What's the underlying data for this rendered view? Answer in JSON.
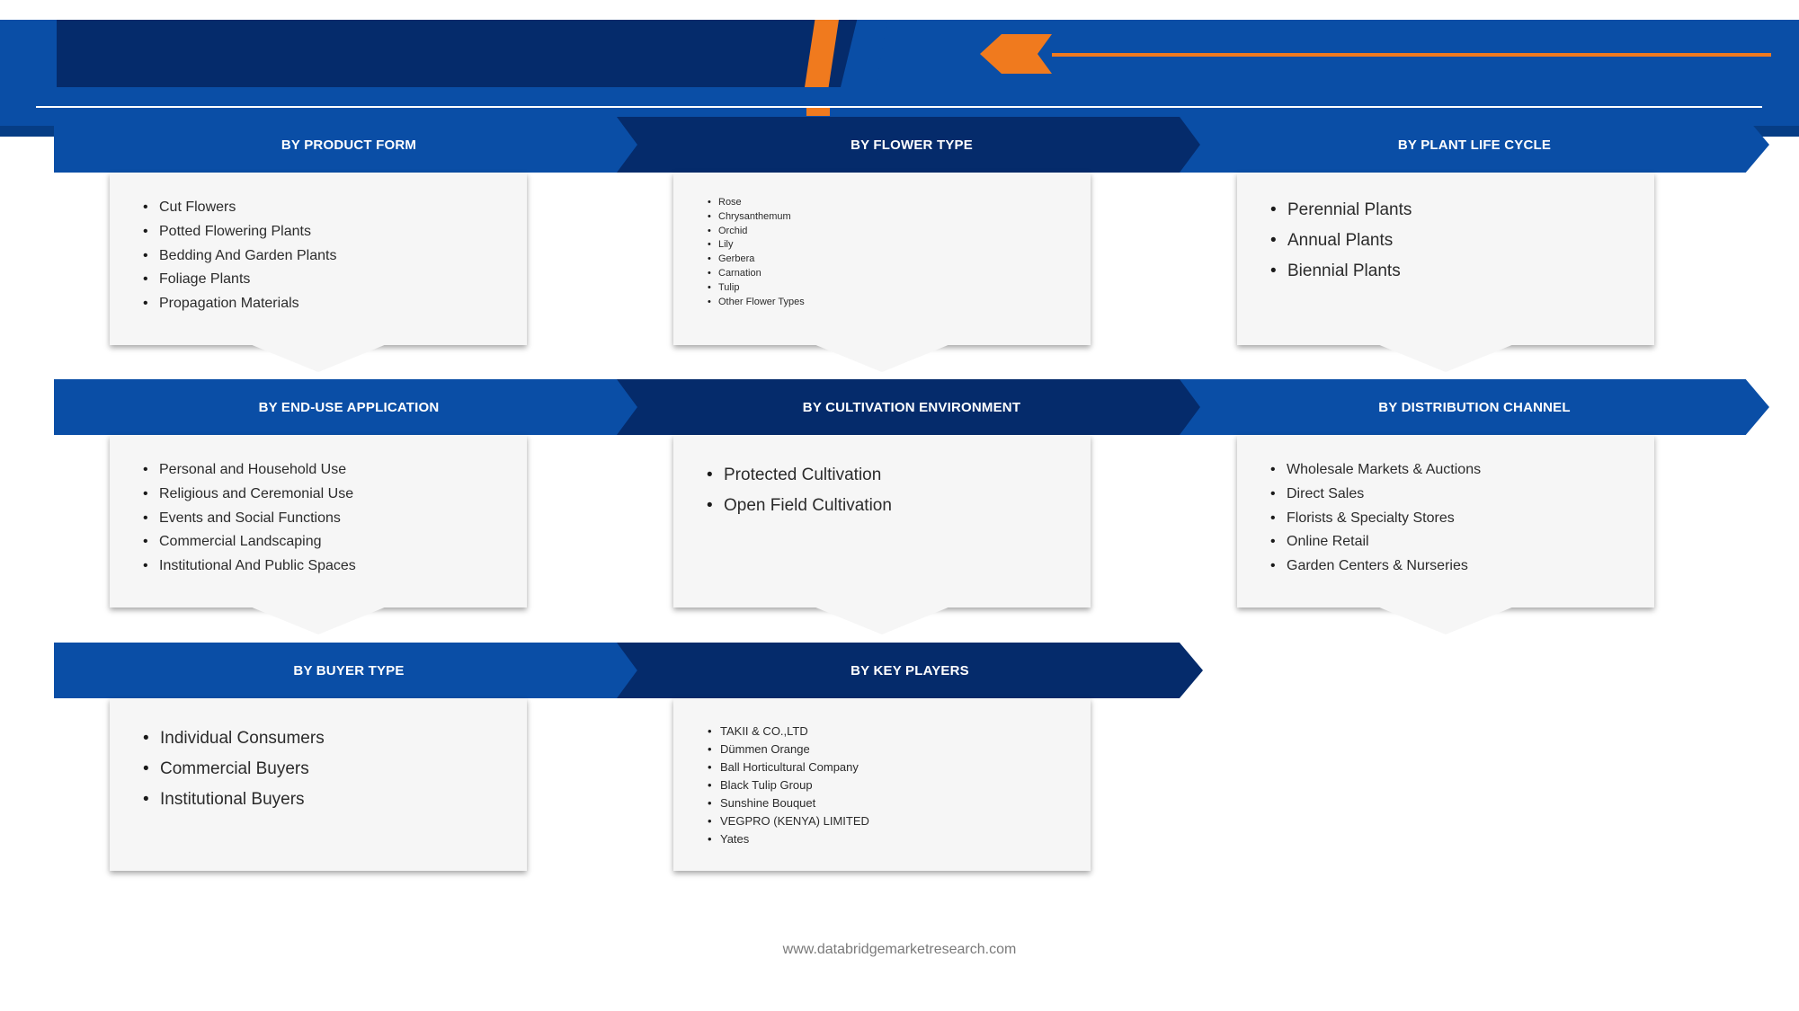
{
  "header": {
    "title": ""
  },
  "colors": {
    "blue": "#0a4ea6",
    "navy": "#052b6b",
    "orange": "#f07a1e",
    "box": "#f6f6f6"
  },
  "segments": [
    {
      "title": "BY PRODUCT FORM",
      "items": [
        "Cut Flowers",
        "Potted Flowering Plants",
        "Bedding And Garden Plants",
        "Foliage Plants",
        "Propagation Materials"
      ]
    },
    {
      "title": "BY FLOWER TYPE",
      "items": [
        "Rose",
        "Chrysanthemum",
        "Orchid",
        "Lily",
        "Gerbera",
        "Carnation",
        "Tulip",
        "Other Flower Types"
      ]
    },
    {
      "title": "BY PLANT LIFE CYCLE",
      "items": [
        "Perennial Plants",
        "Annual Plants",
        "Biennial Plants"
      ]
    },
    {
      "title": "BY END-USE APPLICATION",
      "items": [
        "Personal and Household Use",
        "Religious and Ceremonial Use",
        "Events and Social Functions",
        "Commercial Landscaping",
        "Institutional And Public Spaces"
      ]
    },
    {
      "title": "BY CULTIVATION ENVIRONMENT",
      "items": [
        "Protected Cultivation",
        "Open Field Cultivation"
      ]
    },
    {
      "title": "BY DISTRIBUTION CHANNEL",
      "items": [
        "Wholesale Markets & Auctions",
        "Direct Sales",
        "Florists & Specialty Stores",
        "Online Retail",
        "Garden Centers & Nurseries"
      ]
    },
    {
      "title": "BY BUYER TYPE",
      "items": [
        "Individual Consumers",
        "Commercial Buyers",
        "Institutional Buyers"
      ]
    },
    {
      "title": "BY KEY PLAYERS",
      "items": [
        "TAKII & CO.,LTD",
        "Dümmen Orange",
        "Ball Horticultural Company",
        "Black Tulip Group",
        "Sunshine Bouquet",
        "VEGPRO (KENYA) LIMITED",
        "Yates"
      ]
    }
  ],
  "footer": {
    "url": "www.databridgemarketresearch.com"
  }
}
